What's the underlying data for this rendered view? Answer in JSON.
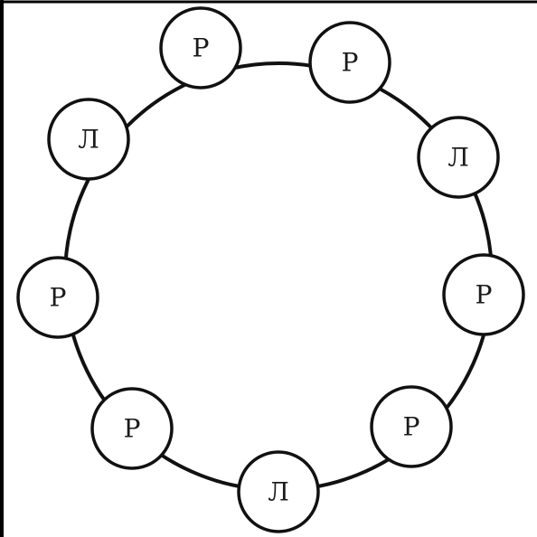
{
  "diagram": {
    "nodes": [
      {
        "id": "n1",
        "label": "Р"
      },
      {
        "id": "n2",
        "label": "Р"
      },
      {
        "id": "n3",
        "label": "Л"
      },
      {
        "id": "n4",
        "label": "Р"
      },
      {
        "id": "n5",
        "label": "Р"
      },
      {
        "id": "n6",
        "label": "Л"
      },
      {
        "id": "n7",
        "label": "Р"
      },
      {
        "id": "n8",
        "label": "Р"
      },
      {
        "id": "n9",
        "label": "Л"
      }
    ]
  }
}
